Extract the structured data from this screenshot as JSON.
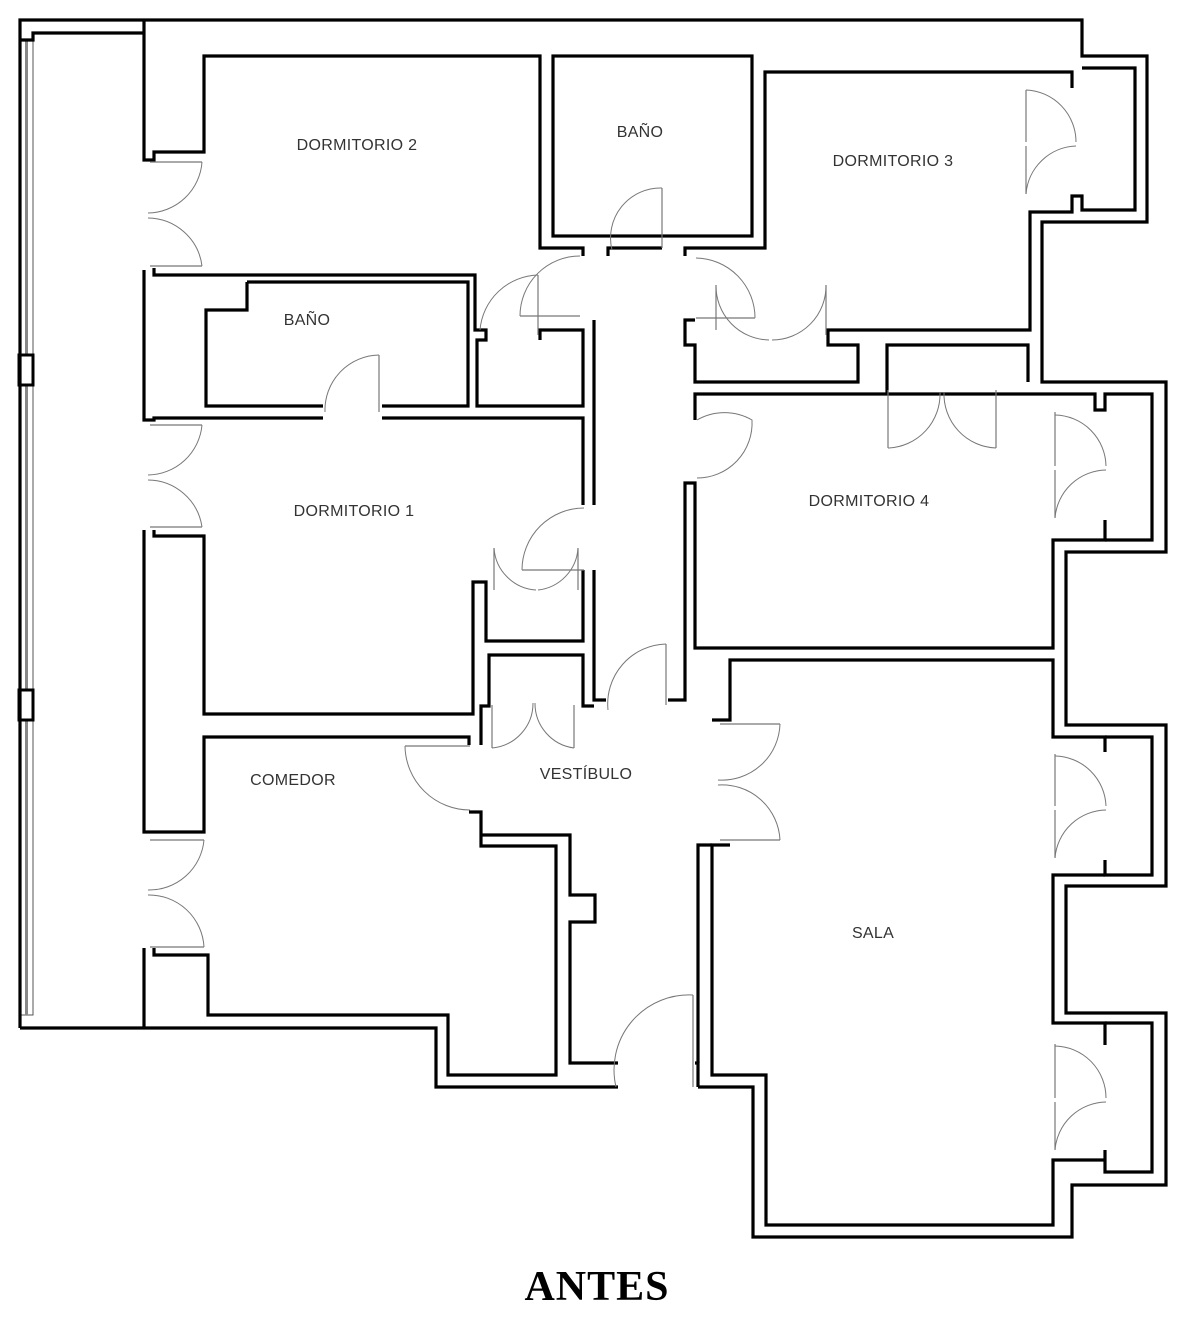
{
  "plan": {
    "title": "ANTES",
    "rooms": {
      "dormitorio_2": "DORMITORIO 2",
      "bano_top": "BAÑO",
      "dormitorio_3": "DORMITORIO 3",
      "bano_left": "BAÑO",
      "dormitorio_1": "DORMITORIO 1",
      "dormitorio_4": "DORMITORIO 4",
      "comedor": "COMEDOR",
      "vestibulo": "VESTÍBULO",
      "sala": "SALA"
    }
  }
}
